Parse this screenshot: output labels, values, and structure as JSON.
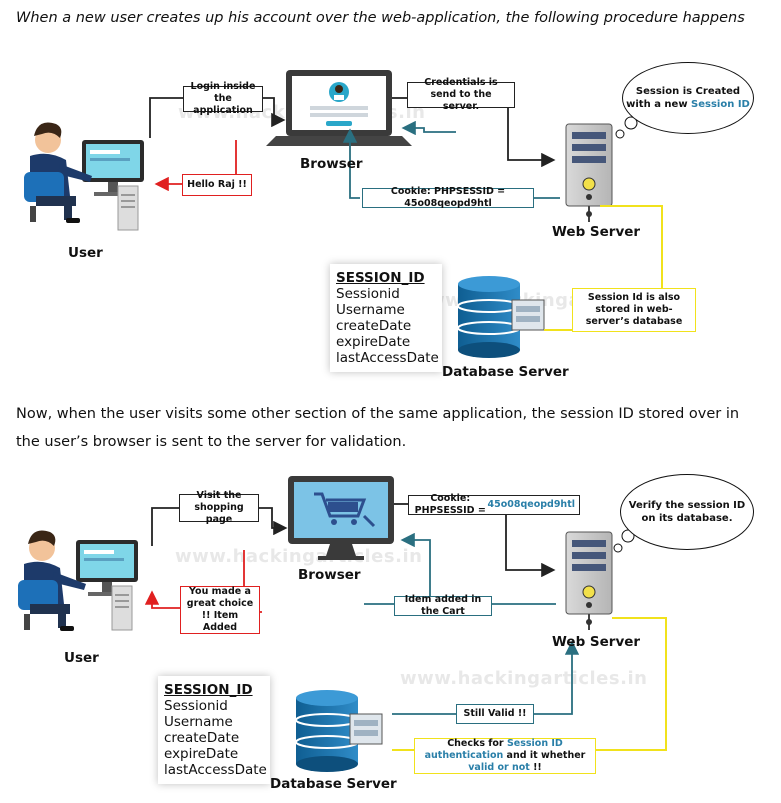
{
  "colors": {
    "red": "#e02020",
    "teal": "#2a6f80",
    "yellow": "#f1e21c",
    "highlight": "#2a7fa8",
    "black": "#222222"
  },
  "intro_text": "When a new user creates up his account over the web-application, the following procedure happens",
  "transition_text_line1": "Now, when the user visits some other section of the same application, the session ID stored over in",
  "transition_text_line2": "the user’s browser is sent to the server for validation.",
  "watermark": "www.hackingarticles.in",
  "diagram1": {
    "user_label": "User",
    "browser_label": "Browser",
    "webserver_label": "Web Server",
    "database_label": "Database Server",
    "login_box": "Login inside the application",
    "credentials_box": "Credentials is send to the server.",
    "hello_box": "Hello Raj !!",
    "cookie_box": "Cookie: PHPSESSID = 45o08qeopd9htl",
    "cloud_text_pre": "Session is Created with a new",
    "cloud_text_hl": "Session ID",
    "db_note": "Session Id is also stored in web-server’s database",
    "session": {
      "title": "SESSION_ID",
      "fields": [
        "Sessionid",
        "Username",
        "createDate",
        "expireDate",
        "lastAccessDate"
      ]
    }
  },
  "diagram2": {
    "user_label": "User",
    "browser_label": "Browser",
    "webserver_label": "Web Server",
    "database_label": "Database Server",
    "visit_box": "Visit the shopping page",
    "cookie_pre": "Cookie: PHPSESSID = ",
    "cookie_val": "45o08qeopd9htl",
    "choice_box": "You made a great choice !! Item Added",
    "idem_box": "Idem added in the Cart",
    "still_valid_box": "Still Valid !!",
    "cloud_text": "Verify the session ID on its database.",
    "check_pre": "Checks for ",
    "check_hl1": "Session ID authentication",
    "check_mid": " and it whether ",
    "check_hl2": "valid or not",
    "check_post": " !!",
    "session": {
      "title": "SESSION_ID",
      "fields": [
        "Sessionid",
        "Username",
        "createDate",
        "expireDate",
        "lastAccessDate"
      ]
    }
  }
}
